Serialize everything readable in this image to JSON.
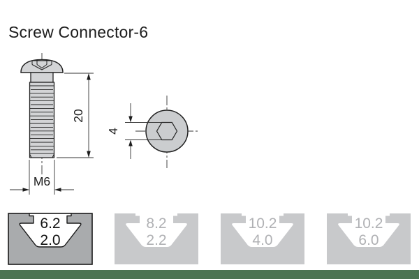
{
  "title": "Screw Connector-6",
  "side_view": {
    "length_label": "20",
    "thread_label": "M6"
  },
  "top_view": {
    "hex_socket_label": "4"
  },
  "profile_options": [
    {
      "slot_width": "6.2",
      "slot_depth": "2.0",
      "selected": true
    },
    {
      "slot_width": "8.2",
      "slot_depth": "2.2",
      "selected": false
    },
    {
      "slot_width": "10.2",
      "slot_depth": "4.0",
      "selected": false
    },
    {
      "slot_width": "10.2",
      "slot_depth": "6.0",
      "selected": false
    }
  ],
  "colors": {
    "accent_bar": "#4c7453",
    "selected_option_fill": "#a9abad",
    "unselected_option_fill": "#c8c9cb",
    "unselected_option_text": "#b0b1b4",
    "drawing_metal_fill": "#d3d4d6",
    "outline": "#222222"
  }
}
